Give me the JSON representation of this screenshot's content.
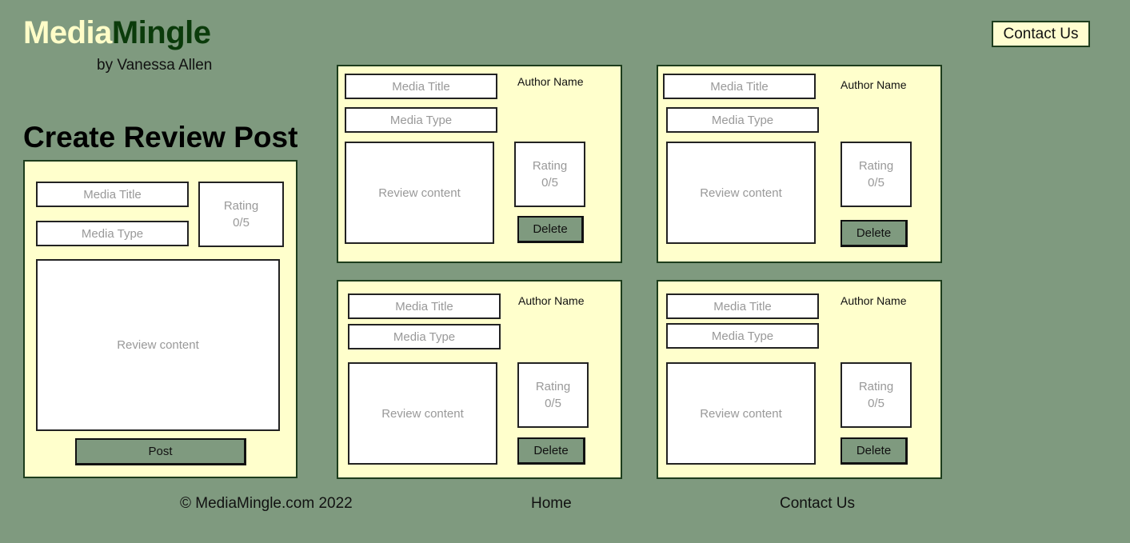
{
  "header": {
    "logo_part1": "Media",
    "logo_part2": "Mingle",
    "byline": "by Vanessa Allen",
    "contact_label": "Contact Us"
  },
  "create": {
    "heading": "Create Review Post",
    "media_title_placeholder": "Media Title",
    "media_type_placeholder": "Media Type",
    "rating_placeholder": "Rating\n0/5",
    "review_placeholder": "Review content",
    "post_label": "Post"
  },
  "posts": [
    {
      "media_title": "Media Title",
      "media_type": "Media Type",
      "author": "Author Name",
      "review": "Review content",
      "rating": "Rating\n0/5",
      "delete_label": "Delete"
    },
    {
      "media_title": "Media Title",
      "media_type": "Media Type",
      "author": "Author Name",
      "review": "Review content",
      "rating": "Rating\n0/5",
      "delete_label": "Delete"
    },
    {
      "media_title": "Media Title",
      "media_type": "Media Type",
      "author": "Author Name",
      "review": "Review content",
      "rating": "Rating\n0/5",
      "delete_label": "Delete"
    },
    {
      "media_title": "Media Title",
      "media_type": "Media Type",
      "author": "Author Name",
      "review": "Review content",
      "rating": "Rating\n0/5",
      "delete_label": "Delete"
    }
  ],
  "footer": {
    "copyright": "© MediaMingle.com 2022",
    "home_label": "Home",
    "contact_label": "Contact Us"
  },
  "colors": {
    "background": "#7f9a7f",
    "panel": "#ffffcc",
    "logo_light": "#fffdc8",
    "logo_dark": "#0b3b0b"
  }
}
